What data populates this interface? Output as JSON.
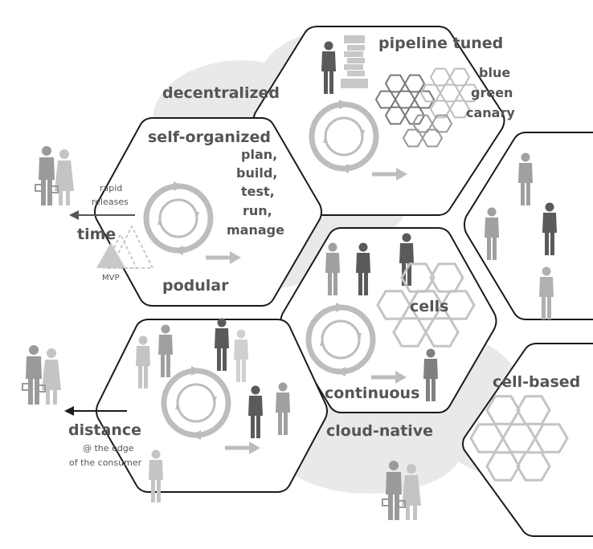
{
  "labels": {
    "decentralized": "decentralized",
    "pipeline_tuned": "pipeline tuned",
    "deploy_blue": "blue",
    "deploy_green": "green",
    "deploy_canary": "canary",
    "self_organized": "self-organized",
    "lifecycle_plan": "plan,",
    "lifecycle_build": "build,",
    "lifecycle_test": "test,",
    "lifecycle_run": "run,",
    "lifecycle_manage": "manage",
    "rapid": "rapid",
    "releases": "releases",
    "time": "time",
    "mvp": "MVP",
    "podular": "podular",
    "cells": "cells",
    "continuous": "continuous",
    "cell_based": "cell-based",
    "distance": "distance",
    "edge_line1": "@ the edge",
    "edge_line2": "of the consumer",
    "cloud_native": "cloud-native"
  },
  "colors": {
    "ink": "#1a1a1a",
    "cloud": "#e9e9e9",
    "figure_dark": "#5a5a5a",
    "figure_mid": "#909090",
    "figure_light": "#c4c4c4",
    "label": "#555555"
  }
}
